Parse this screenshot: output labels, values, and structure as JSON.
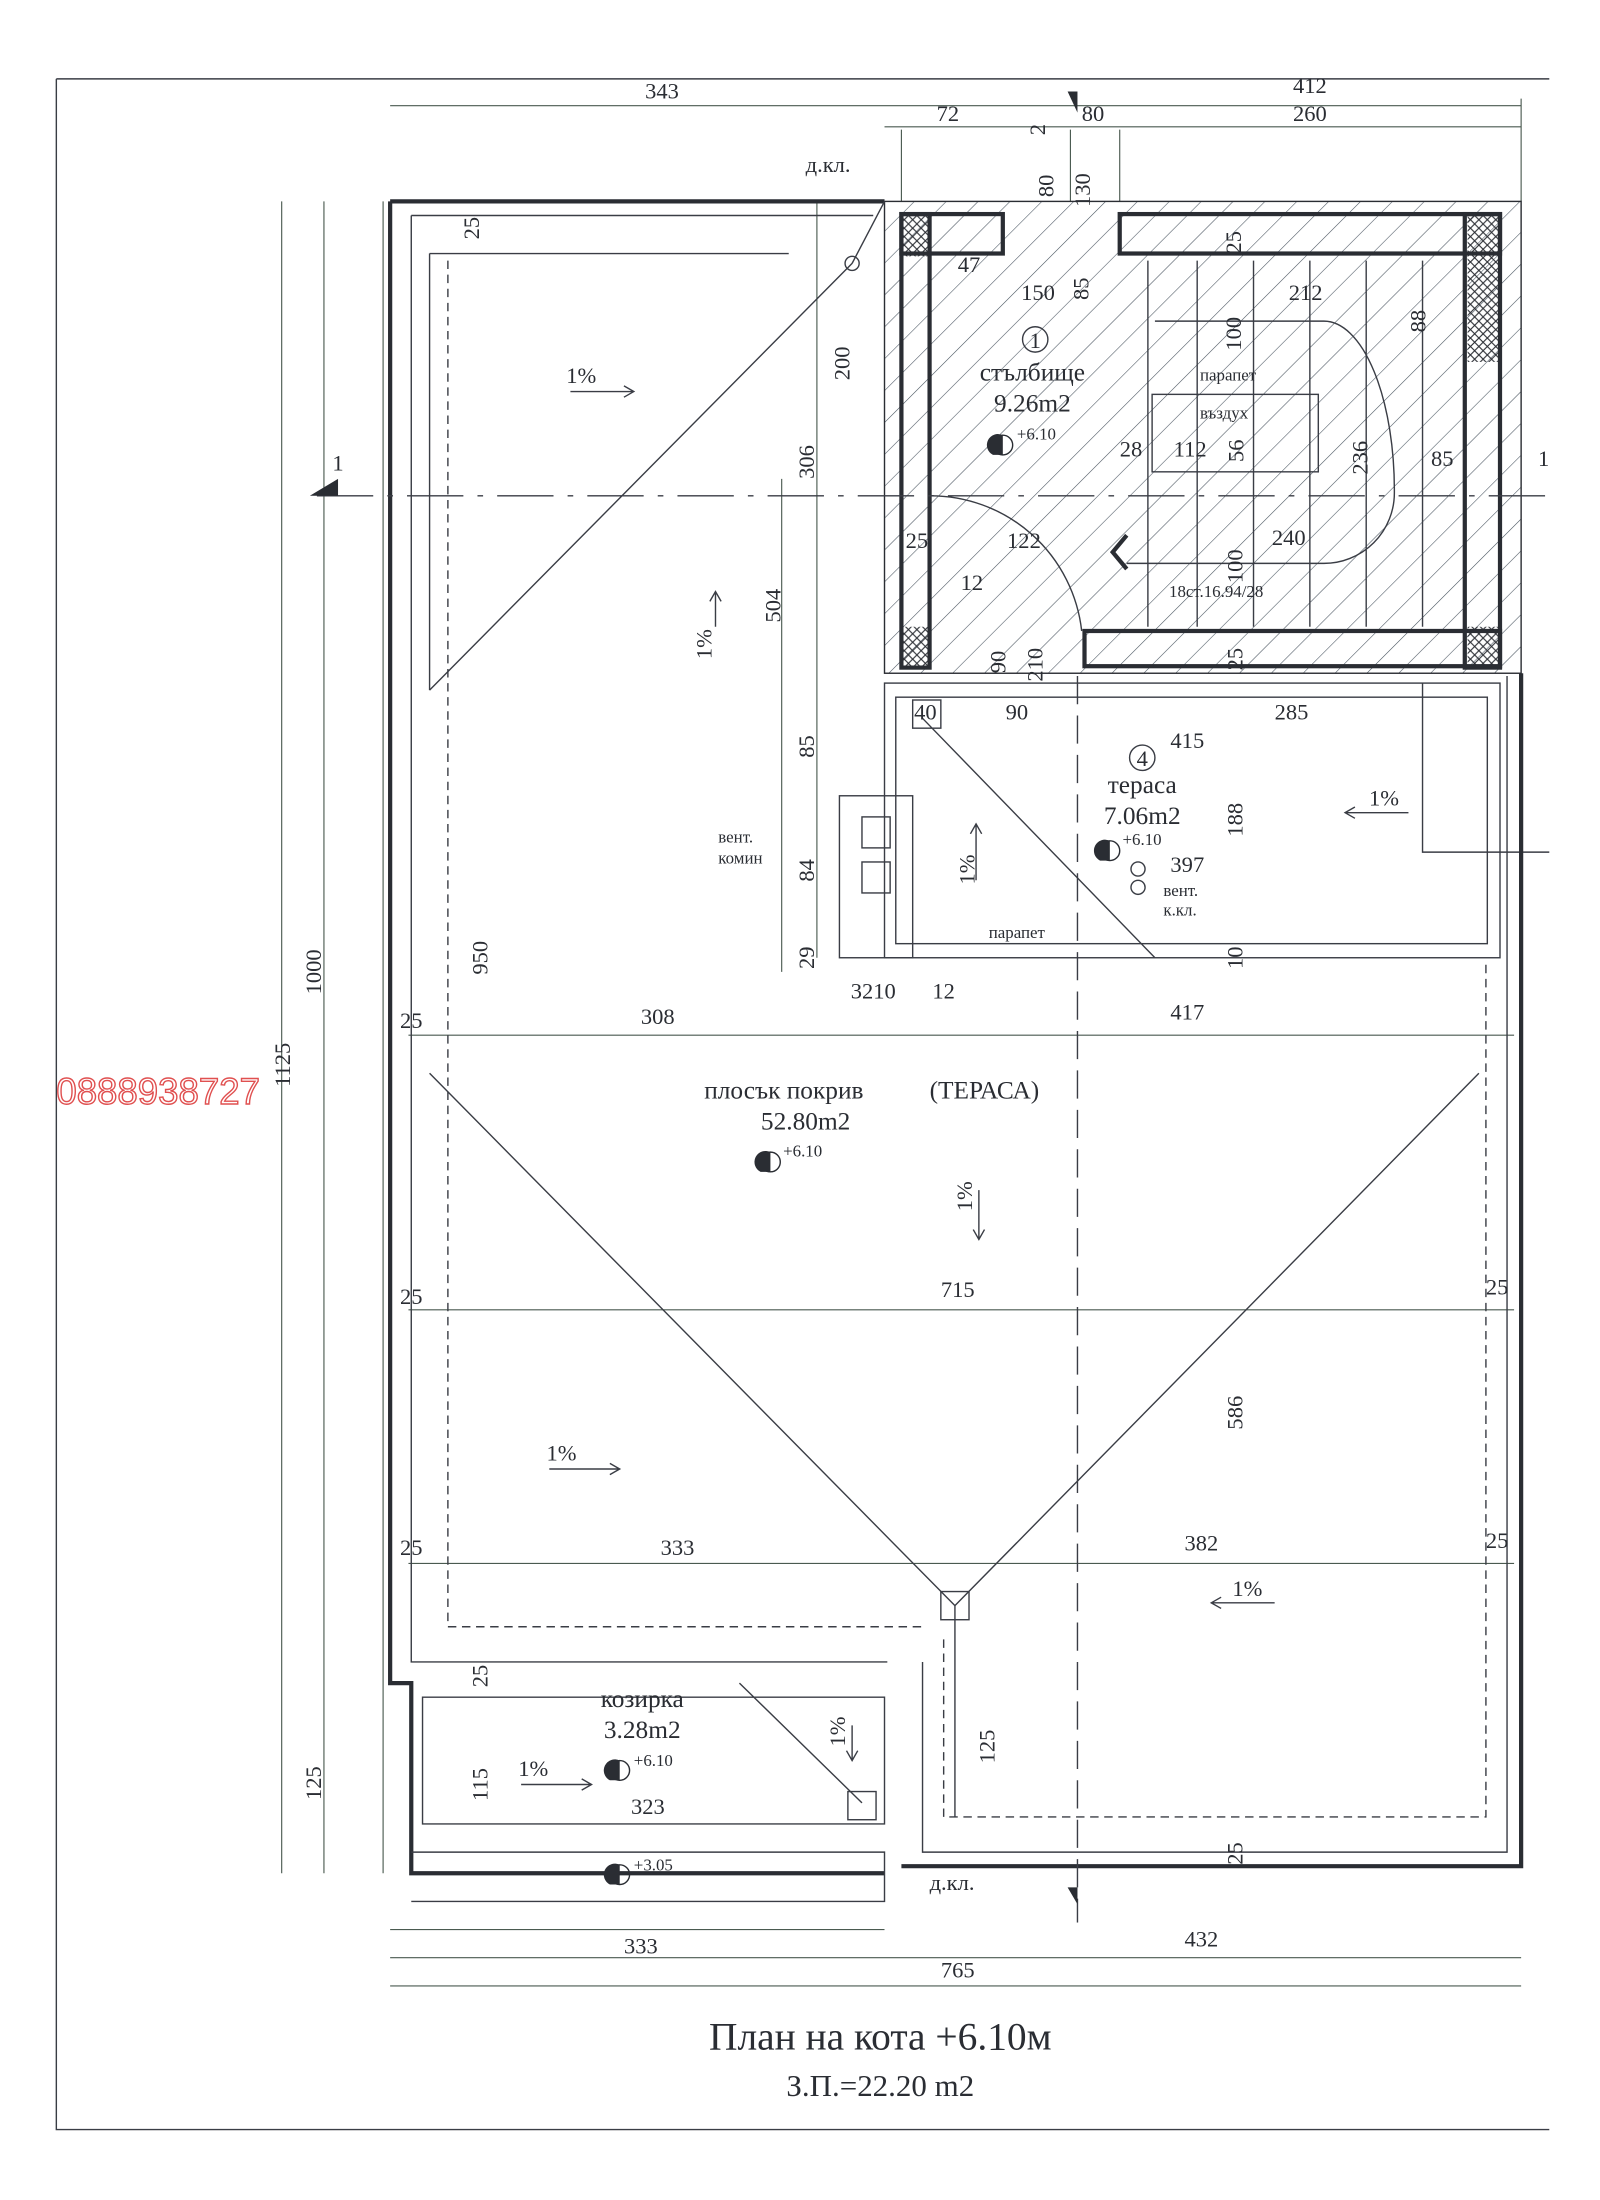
{
  "title": "План на кота +6.10м",
  "subtitle": "З.П.=22.20 m2",
  "watermark_phone": "0888938727",
  "colors": {
    "ink": "#2a2d33",
    "watermark": "#e05050",
    "paper": "#ffffff"
  },
  "rooms": [
    {
      "number": "1",
      "name": "стълбище",
      "area": "9.26m2",
      "level": "+6.10"
    },
    {
      "number": "4",
      "name": "тераса",
      "area": "7.06m2",
      "level": "+6.10"
    },
    {
      "name": "плосък покрив",
      "note": "(ТЕРАСА)",
      "area": "52.80m2",
      "level": "+6.10"
    },
    {
      "name": "козирка",
      "area": "3.28m2",
      "level": "+6.10"
    }
  ],
  "labels": {
    "downpipe": "д.кл.",
    "parapet": "парапет",
    "air": "въздух",
    "stairs": "18ст.16.94/28",
    "vent": "вент.",
    "chimney": "комин",
    "vent2": "вент.",
    "kkl": "к.кл.",
    "parapet2": "парапет",
    "downpipe2": "д.кл.",
    "section": "1",
    "lower_level": "+3.05",
    "slope": "1%"
  },
  "dims": [
    "343",
    "72",
    "2",
    "80",
    "412",
    "260",
    "80",
    "130",
    "25",
    "47",
    "150",
    "85",
    "25",
    "100",
    "212",
    "88",
    "200",
    "306",
    "56",
    "236",
    "28",
    "112",
    "85",
    "1",
    "25",
    "122",
    "100",
    "240",
    "12",
    "504",
    "90",
    "210",
    "25",
    "40",
    "90",
    "285",
    "415",
    "85",
    "188",
    "397",
    "84",
    "29",
    "950",
    "1000",
    "10",
    "3210",
    "12",
    "25",
    "308",
    "417",
    "1125",
    "25",
    "715",
    "25",
    "586",
    "25",
    "333",
    "382",
    "25",
    "25",
    "125",
    "115",
    "125",
    "323",
    "25",
    "333",
    "432",
    "765"
  ]
}
